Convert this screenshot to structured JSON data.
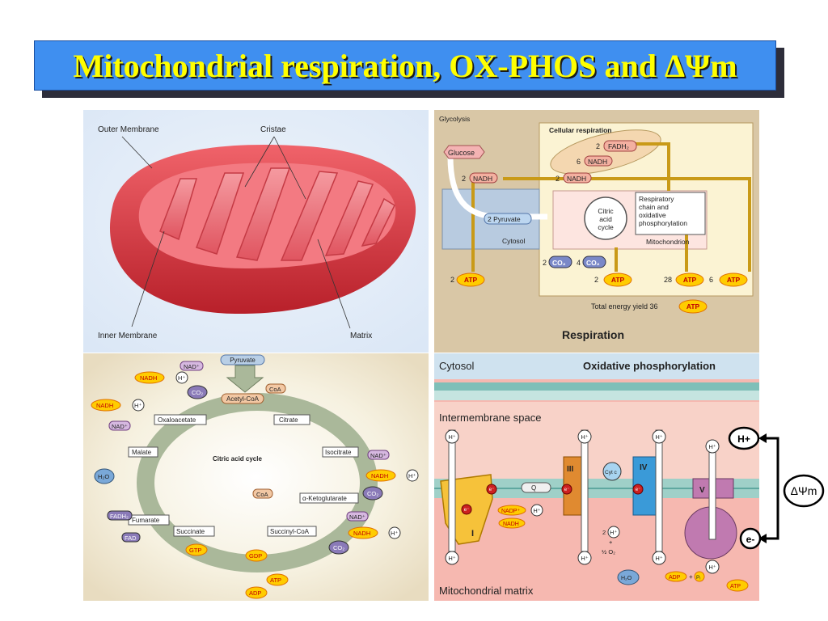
{
  "title": "Mitochondrial respiration, OX-PHOS and ΔΨm",
  "panel_mito": {
    "outer_membrane": "Outer Membrane",
    "cristae": "Cristae",
    "inner_membrane": "Inner Membrane",
    "matrix": "Matrix"
  },
  "panel_resp": {
    "glycolysis": "Glycolysis",
    "cellular_respiration": "Cellular respiration",
    "glucose": "Glucose",
    "nadh_2a": "2",
    "nadh_label": "NADH",
    "fadh2_count": "2",
    "fadh2": "FADH₂",
    "nadh_6": "6",
    "nadh_2b": "2",
    "pyruvate": "2 Pyruvate",
    "cytosol": "Cytosol",
    "citric": "Citric",
    "acid": "acid",
    "cycle": "cycle",
    "resp_chain_1": "Respiratory",
    "resp_chain_2": "chain and",
    "resp_chain_3": "oxidative",
    "resp_chain_4": "phosphorylation",
    "mitochondrion": "Mitochondrion",
    "co2_2": "2",
    "co2_4": "4",
    "co2": "CO₂",
    "atp_2a": "2",
    "atp_2b": "2",
    "atp_28": "28",
    "atp_6": "6",
    "atp": "ATP",
    "total": "Total energy yield 36",
    "respiration": "Respiration"
  },
  "panel_tca": {
    "pyruvate": "Pyruvate",
    "nad": "NAD⁺",
    "nadh": "NADH",
    "hplus": "H⁺",
    "co2": "CO₂",
    "coa": "CoA",
    "acetyl_coa": "Acetyl-CoA",
    "oxaloacetate": "Oxaloacetate",
    "citrate": "Citrate",
    "malate": "Malate",
    "isocitrate": "Isocitrate",
    "center": "Citric acid cycle",
    "h2o": "H₂O",
    "fumarate": "Fumarate",
    "ketoglutarate": "α-Ketoglutarate",
    "fadh2": "FADH₂",
    "fad": "FAD",
    "succinate": "Succinate",
    "succinyl_coa": "Succinyl-CoA",
    "gtp": "GTP",
    "gdp": "GDP",
    "atp": "ATP",
    "adp": "ADP"
  },
  "panel_oxphos": {
    "cytosol": "Cytosol",
    "title": "Oxidative phosphorylation",
    "intermembrane": "Intermembrane space",
    "matrix": "Mitochondrial matrix",
    "hplus": "H⁺",
    "complex_1": "I",
    "complex_3": "III",
    "complex_4": "IV",
    "complex_5": "V",
    "cytc": "Cyt c",
    "eminus": "e⁻",
    "nadp": "NADP⁺",
    "nadh": "NADH",
    "two_h": "2",
    "half_o2": "½ O₂",
    "h2o": "H₂O",
    "adp": "ADP",
    "pi": "Pᵢ",
    "atp": "ATP",
    "ubiquinone": "Q",
    "plus": "+"
  },
  "side": {
    "hplus": "H+",
    "delta_psi": "ΔΨm",
    "eminus": "e-"
  }
}
